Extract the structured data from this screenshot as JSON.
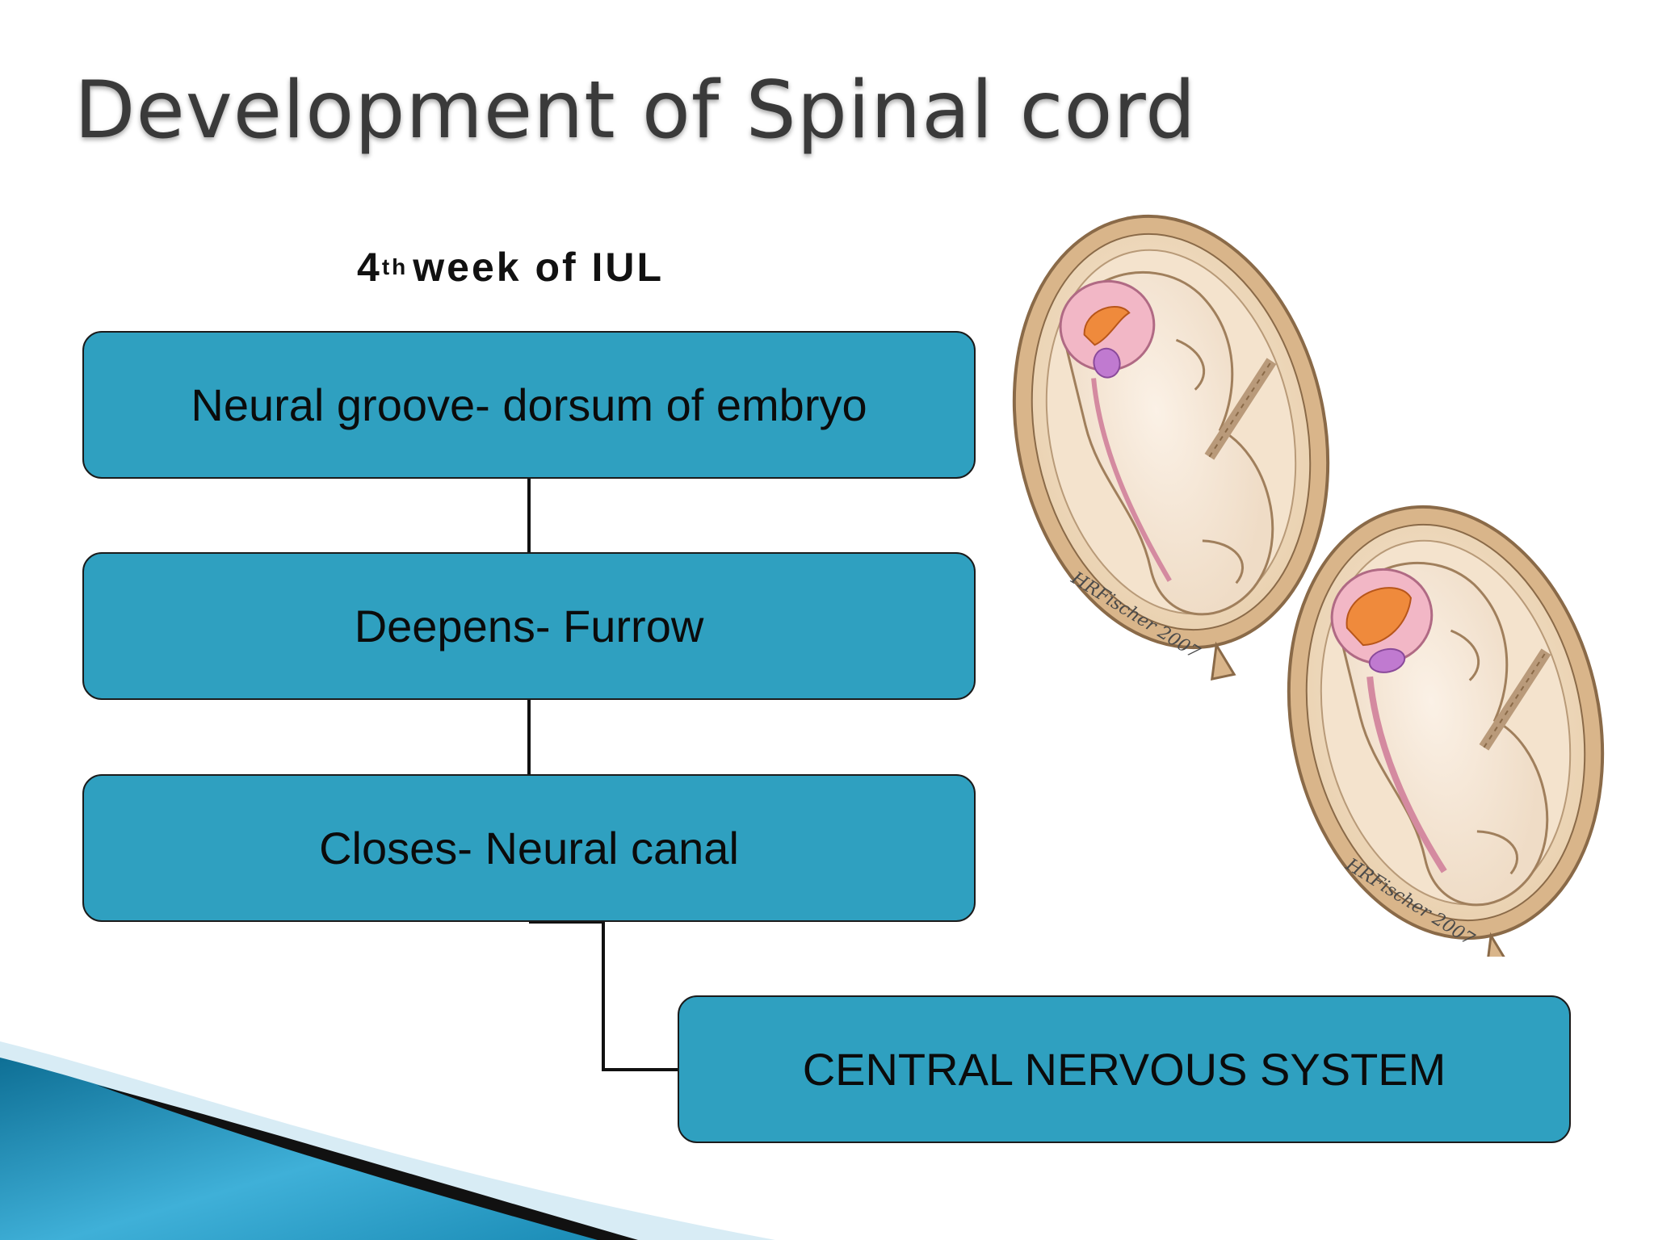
{
  "slide": {
    "title": "Development of Spinal cord",
    "subtitle": {
      "number": "4",
      "superscript": "th",
      "text": "week of IUL"
    }
  },
  "flowchart": {
    "steps": [
      {
        "label": "Neural groove- dorsum of embryo"
      },
      {
        "label": "Deepens- Furrow"
      },
      {
        "label": "Closes- Neural canal"
      },
      {
        "label": "CENTRAL NERVOUS SYSTEM"
      }
    ]
  },
  "illustration": {
    "credits": [
      "HRFischer 2007",
      "HRFischer 2007"
    ]
  },
  "colors": {
    "box_fill": "#2fa0c0",
    "title_text": "#3a3a3a",
    "accent_blue": "#1a8bb5"
  }
}
